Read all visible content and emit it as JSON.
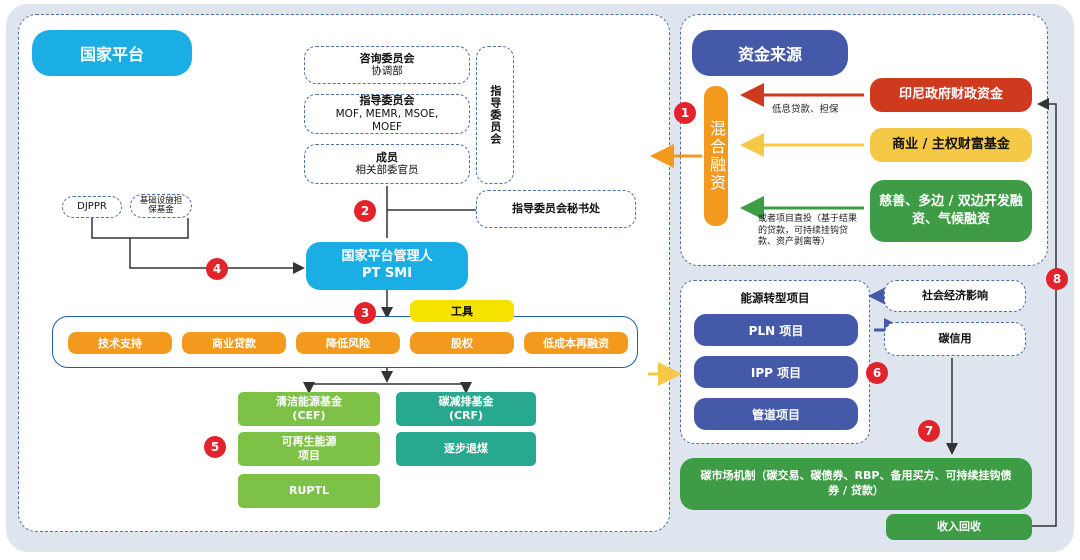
{
  "national": {
    "title": "国家平台",
    "advisory": {
      "name": "咨询委员会",
      "sub": "协调部"
    },
    "steering": {
      "name": "指导委员会",
      "sub": "MOF, MEMR, MSOE, MOEF"
    },
    "members": {
      "name": "成员",
      "sub": "相关部委官员"
    },
    "steering_vertical": "指导委员会",
    "secretariat": "指导委员会秘书处",
    "djppr": "DJPPR",
    "guarantee_fund": "基础设施担保基金",
    "manager_line1": "国家平台管理人",
    "manager_line2": "PT SMI",
    "tools_label": "工具",
    "tools": [
      "技术支持",
      "商业贷款",
      "降低风险",
      "股权",
      "低成本再融资"
    ],
    "cef_line1": "清洁能源基金",
    "cef_line2": "(CEF)",
    "renewable_line1": "可再生能源",
    "renewable_line2": "项目",
    "ruptl": "RUPTL",
    "crf_line1": "碳减排基金",
    "crf_line2": "(CRF)",
    "coal_phaseout": "逐步退煤"
  },
  "funding": {
    "title": "资金来源",
    "mixed_finance": "混合融资",
    "sources": [
      {
        "label": "印尼政府财政资金",
        "color": "#cf3a1f"
      },
      {
        "label": "商业 / 主权财富基金",
        "color": "#f5c945"
      },
      {
        "label": "慈善、多边 / 双边开发融资、气候融资",
        "color": "#3e9c47"
      }
    ],
    "note_top": "低息贷款、担保",
    "note_bottom": "或者项目直投（基于结果的贷款，可持续挂钩贷款、资产剥离等）"
  },
  "energy": {
    "title": "能源转型项目",
    "projects": [
      "PLN 项目",
      "IPP 项目",
      "管道项目"
    ],
    "social_impact": "社会经济影响",
    "carbon_credit": "碳信用",
    "carbon_market": "碳市场机制（碳交易、碳债券、RBP、备用买方、可持续挂钩债券 / 贷款）",
    "revenue": "收入回收"
  },
  "steps": [
    "1",
    "2",
    "3",
    "4",
    "5",
    "6",
    "7",
    "8"
  ],
  "colors": {
    "blue": "#1aaee5",
    "navy": "#4459a8",
    "orange": "#f39a1e",
    "red": "#e3232c",
    "yellow": "#f5e200"
  }
}
